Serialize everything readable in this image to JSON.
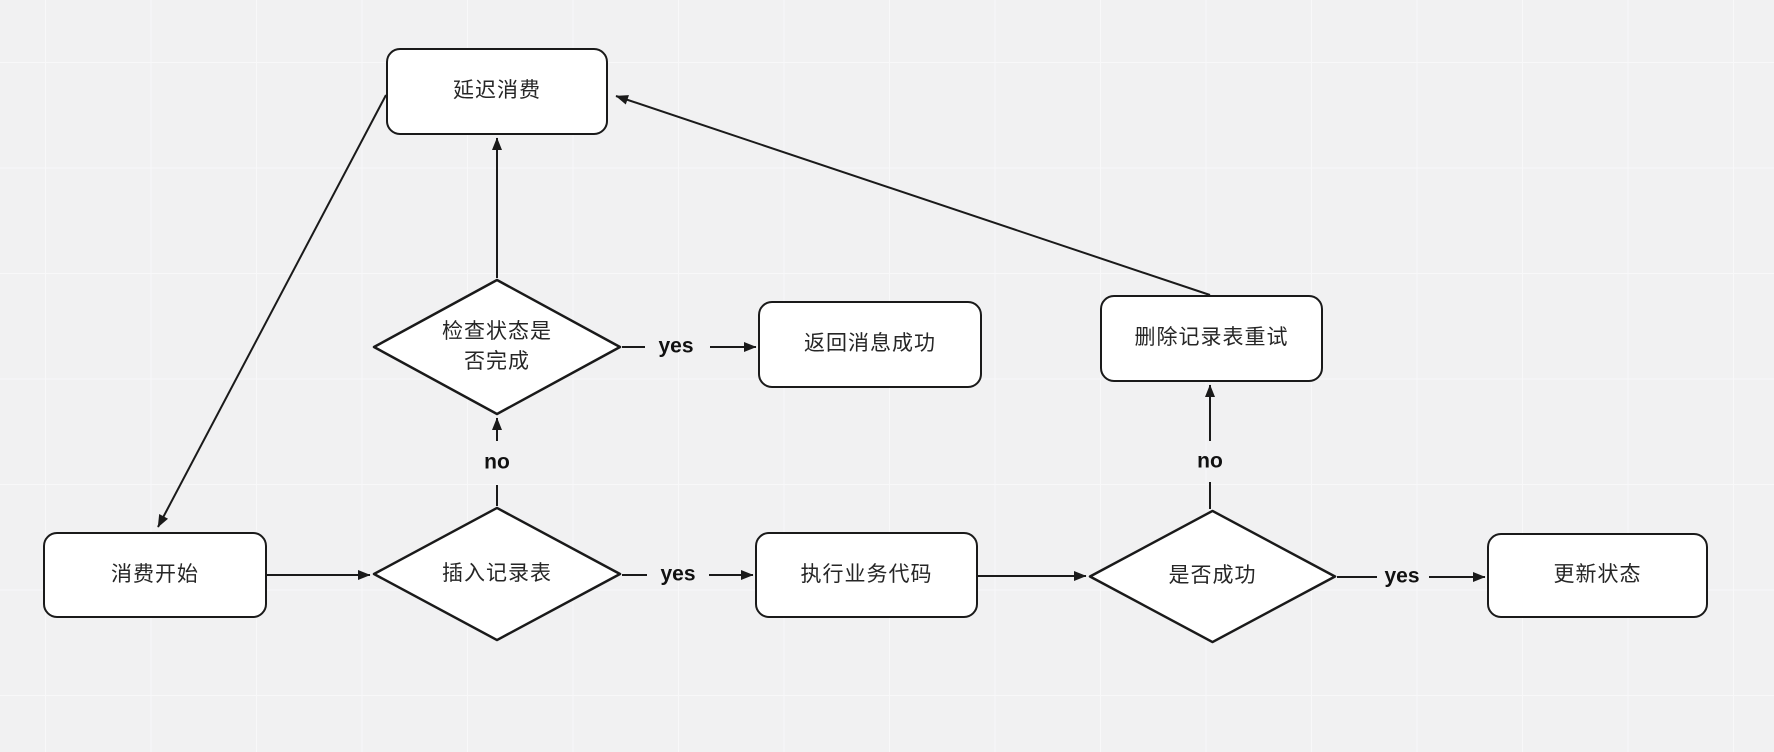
{
  "diagram": {
    "type": "flowchart",
    "nodes": [
      {
        "id": "delay-consume",
        "label": "延迟消费",
        "shape": "rounded-rect"
      },
      {
        "id": "check-status-complete",
        "label": "检查状态是\n否完成",
        "shape": "diamond"
      },
      {
        "id": "return-message-success",
        "label": "返回消息成功",
        "shape": "rounded-rect"
      },
      {
        "id": "delete-record-retry",
        "label": "删除记录表重试",
        "shape": "rounded-rect"
      },
      {
        "id": "consume-start",
        "label": "消费开始",
        "shape": "rounded-rect"
      },
      {
        "id": "insert-record-table",
        "label": "插入记录表",
        "shape": "diamond"
      },
      {
        "id": "execute-business-code",
        "label": "执行业务代码",
        "shape": "rounded-rect"
      },
      {
        "id": "is-success",
        "label": "是否成功",
        "shape": "diamond"
      },
      {
        "id": "update-status",
        "label": "更新状态",
        "shape": "rounded-rect"
      }
    ],
    "edge_labels": [
      {
        "id": "yes-check-to-return",
        "text": "yes"
      },
      {
        "id": "no-insert-to-check",
        "text": "no"
      },
      {
        "id": "yes-insert-to-execute",
        "text": "yes"
      },
      {
        "id": "no-success-to-delete",
        "text": "no"
      },
      {
        "id": "yes-success-to-update",
        "text": "yes"
      }
    ],
    "colors": {
      "background": "#f1f1f2",
      "grid_line": "#f8f8f9",
      "node_fill": "#ffffff",
      "stroke": "#1a1a1a",
      "text": "#262626"
    }
  }
}
